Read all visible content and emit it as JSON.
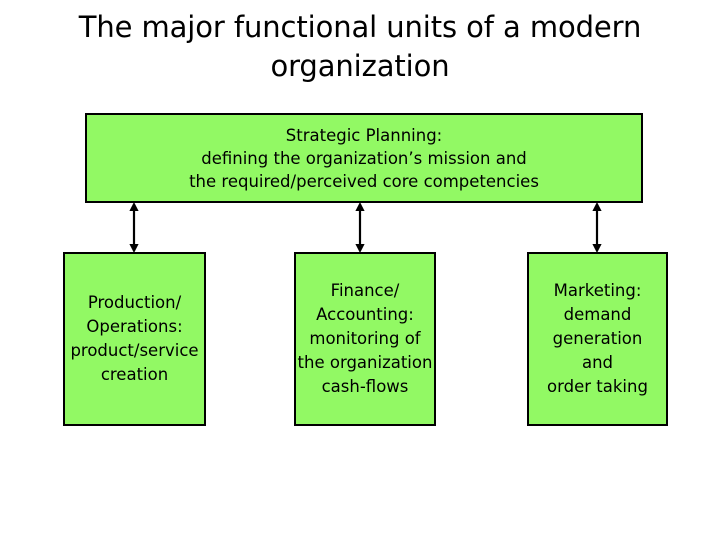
{
  "slide": {
    "title": "The major functional units of a modern\norganization",
    "background_color": "#ffffff",
    "box_fill_color": "#92f964",
    "box_border_color": "#000000",
    "text_color": "#000000"
  },
  "diagram": {
    "type": "hierarchy",
    "top_box": {
      "id": "strategic-planning",
      "text": "Strategic Planning:\ndefining the organization’s mission and\nthe required/perceived core competencies",
      "lines": [
        "Strategic Planning:",
        "defining the organization’s mission and",
        "the required/perceived core competencies"
      ]
    },
    "bottom_boxes": [
      {
        "id": "production-operations",
        "text": "Production/\nOperations:\nproduct/service\ncreation",
        "lines": [
          "Production/",
          "Operations:",
          "product/service",
          "creation"
        ]
      },
      {
        "id": "finance-accounting",
        "text": "Finance/\nAccounting:\nmonitoring of\nthe organization\ncash-flows",
        "lines": [
          "Finance/",
          "Accounting:",
          "monitoring of",
          "the organization",
          "cash-flows"
        ]
      },
      {
        "id": "marketing",
        "text": "Marketing:\ndemand\ngeneration\nand\norder taking",
        "lines": [
          "Marketing:",
          "demand",
          "generation",
          "and",
          "order taking"
        ]
      }
    ],
    "connectors": [
      {
        "id": "connector-production",
        "style": "double-headed-arrow",
        "from": "strategic-planning",
        "to": "production-operations"
      },
      {
        "id": "connector-finance",
        "style": "double-headed-arrow",
        "from": "strategic-planning",
        "to": "finance-accounting"
      },
      {
        "id": "connector-marketing",
        "style": "double-headed-arrow",
        "from": "strategic-planning",
        "to": "marketing"
      }
    ]
  }
}
